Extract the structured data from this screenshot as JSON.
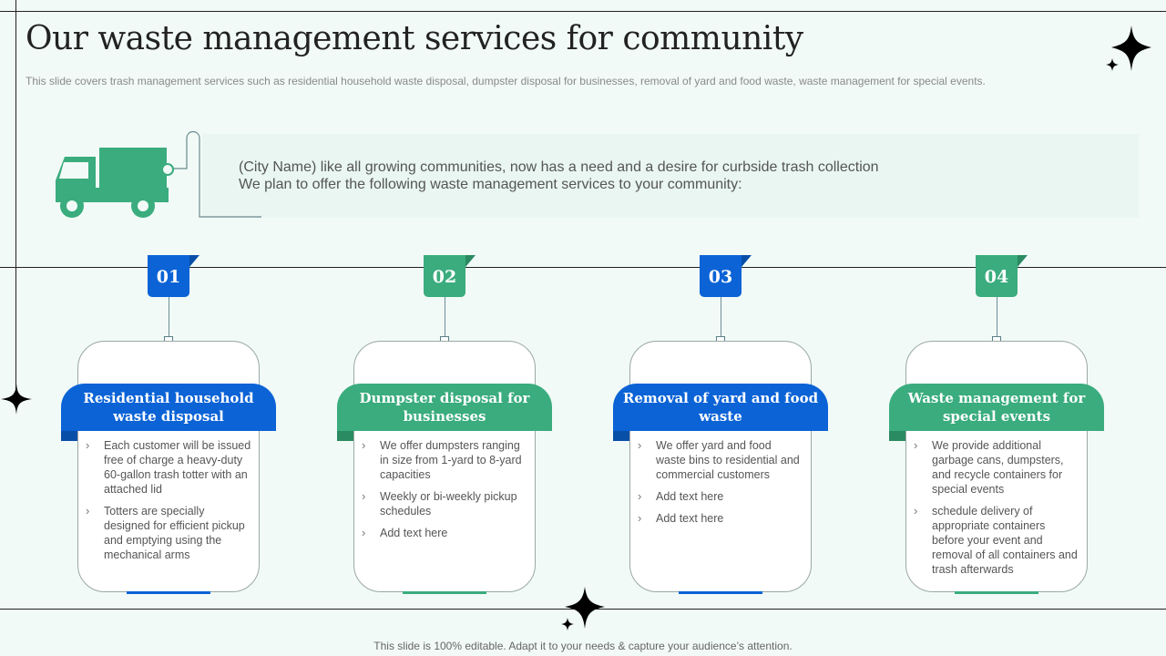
{
  "title": "Our waste management services for community",
  "subtitle": "This slide covers trash management services such as residential household waste disposal, dumpster disposal for businesses, removal of yard and food waste, waste management for special events.",
  "intro": {
    "line1": "(City Name) like all growing communities, now has a need and a desire for curbside trash collection",
    "line2": "We plan to offer the following waste management services to your community:",
    "icon": "garbage-truck-icon"
  },
  "colors": {
    "blue": "#0b63d6",
    "green": "#3aac7d",
    "background": "#f1faf7"
  },
  "services": [
    {
      "number": "01",
      "title": "Residential household waste disposal",
      "accent": "blue",
      "bullets": [
        "Each customer will be issued free of charge a heavy-duty 60-gallon trash totter with an attached lid",
        "Totters are specially designed for efficient pickup and emptying using the mechanical arms"
      ]
    },
    {
      "number": "02",
      "title": "Dumpster disposal for businesses",
      "accent": "green",
      "bullets": [
        "We offer dumpsters ranging in size from 1-yard to 8-yard capacities",
        "Weekly or bi-weekly pickup schedules",
        "Add text here"
      ]
    },
    {
      "number": "03",
      "title": "Removal of yard and food waste",
      "accent": "blue",
      "bullets": [
        "We offer yard and food waste bins to residential and commercial customers",
        "Add text here",
        "Add text here"
      ]
    },
    {
      "number": "04",
      "title": "Waste management for special events",
      "accent": "green",
      "bullets": [
        "We provide additional garbage cans, dumpsters, and recycle containers for special events",
        "schedule delivery of appropriate containers before your event and removal of all containers and trash afterwards"
      ]
    }
  ],
  "footer": "This slide is 100% editable. Adapt it to your needs & capture your audience’s attention."
}
